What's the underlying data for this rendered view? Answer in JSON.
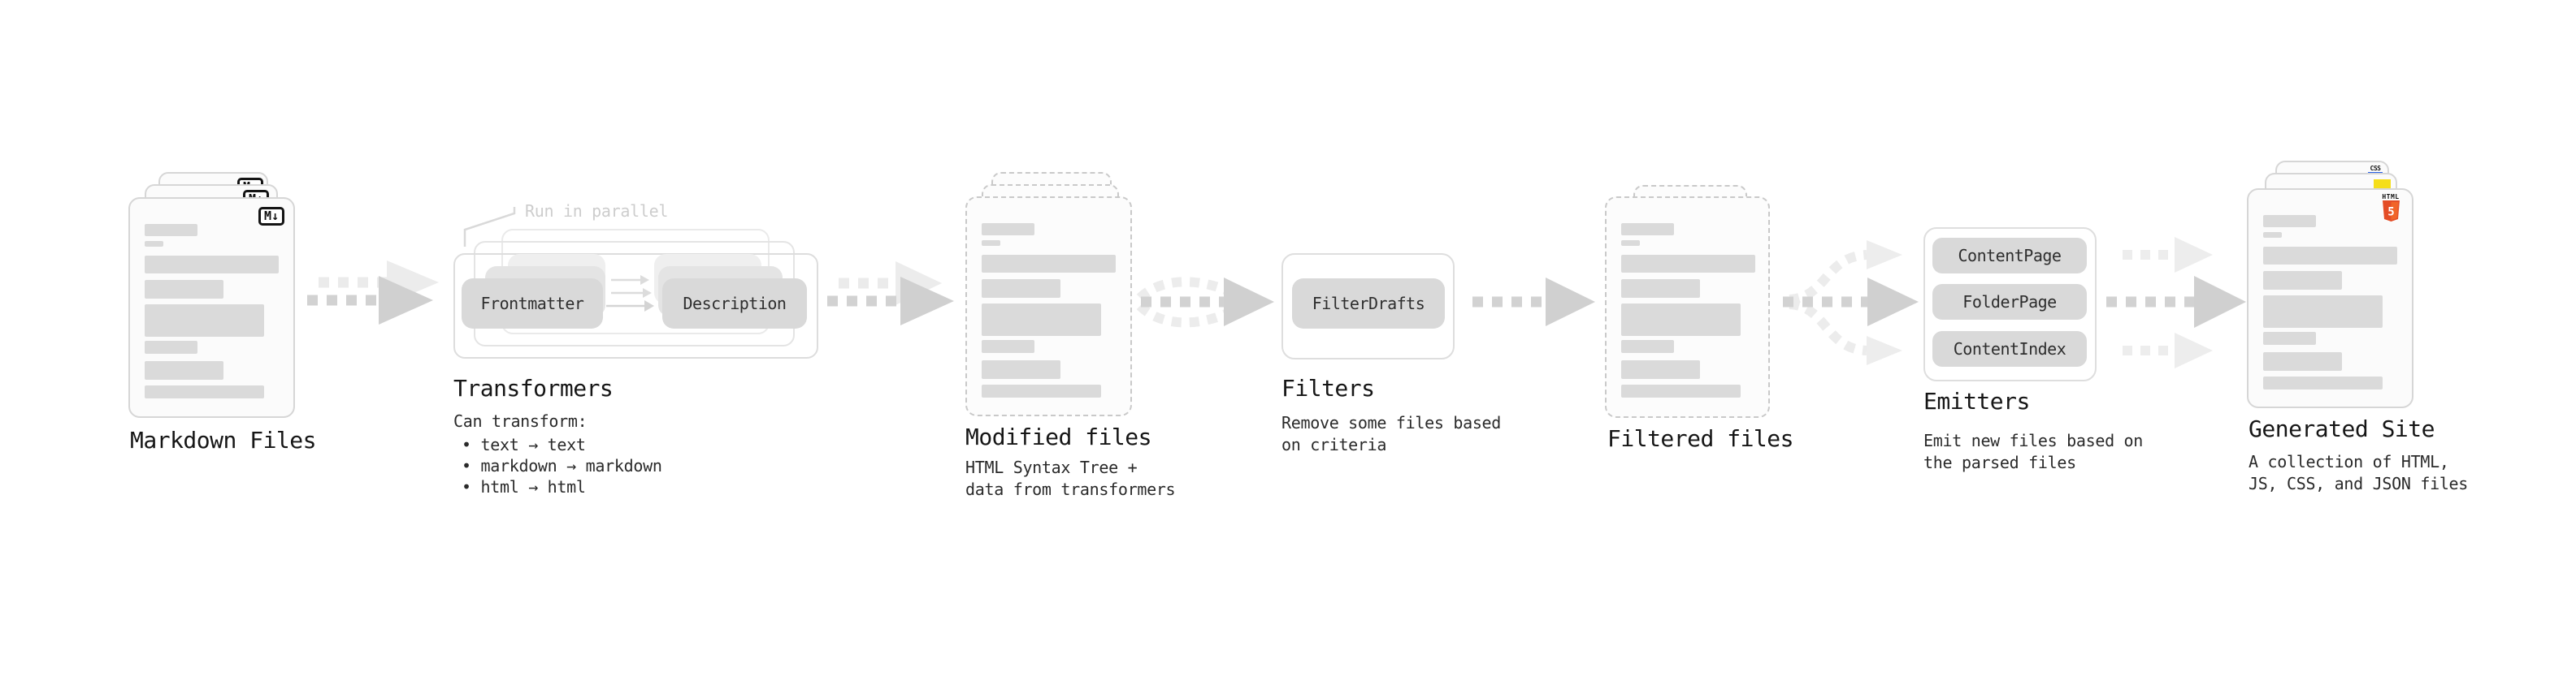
{
  "diagram": {
    "nodes": {
      "markdown_files": {
        "title": "Markdown Files",
        "badge": "M↓"
      },
      "transformers": {
        "title": "Transformers",
        "note": "Run in parallel",
        "pill_left": "Frontmatter",
        "pill_right": "Description",
        "heading": "Can transform:",
        "bullets": [
          "text → text",
          "markdown → markdown",
          "html → html"
        ]
      },
      "modified_files": {
        "title": "Modified files",
        "sub1": "HTML Syntax Tree +",
        "sub2": "data from transformers"
      },
      "filters": {
        "title": "Filters",
        "pill": "FilterDrafts",
        "sub1": "Remove some files based",
        "sub2": "on criteria"
      },
      "filtered_files": {
        "title": "Filtered files"
      },
      "emitters": {
        "title": "Emitters",
        "pills": [
          "ContentPage",
          "FolderPage",
          "ContentIndex"
        ],
        "sub1": "Emit new files based on",
        "sub2": "the parsed files"
      },
      "generated_site": {
        "title": "Generated Site",
        "sub1": "A collection of HTML,",
        "sub2": "JS, CSS, and JSON files",
        "css_badge": "CSS",
        "html_badge": "HTML",
        "html5_number": "5"
      }
    },
    "colors": {
      "pill_fill": "#d9d9d9",
      "bar_fill": "#dadada",
      "arrow_dark": "#d2d2d2",
      "arrow_light": "#ececec",
      "html5_orange": "#e44d26",
      "html5_orange_light": "#f16529",
      "js_yellow": "#f5de19",
      "css_blue": "#2760e5"
    }
  }
}
